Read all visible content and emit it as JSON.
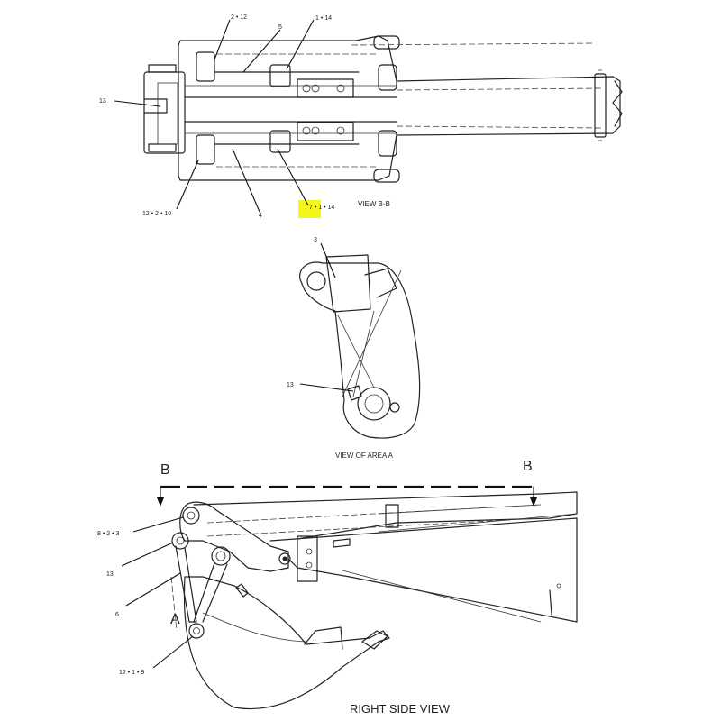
{
  "view_bb": {
    "title": "VIEW B-B",
    "callouts": {
      "c_2_12": "2 • 12",
      "c_5": "5",
      "c_1_14": "1 • 14",
      "c_13": "13",
      "c_12_2_10": "12 • 2 • 10",
      "c_4": "4",
      "c_7_1_14": "7 • 1 • 14"
    },
    "highlight_color": "#f5f51a"
  },
  "view_area_a": {
    "title": "VIEW OF AREA A",
    "callouts": {
      "c_3": "3",
      "c_13": "13"
    }
  },
  "right_side_view": {
    "title": "RIGHT SIDE VIEW",
    "section_left": "B",
    "section_right": "B",
    "area_marker": "A",
    "callouts": {
      "c_8_2_3": "8 • 2 • 3",
      "c_13": "13",
      "c_6": "6",
      "c_12_1_9": "12 • 1 • 9"
    }
  }
}
